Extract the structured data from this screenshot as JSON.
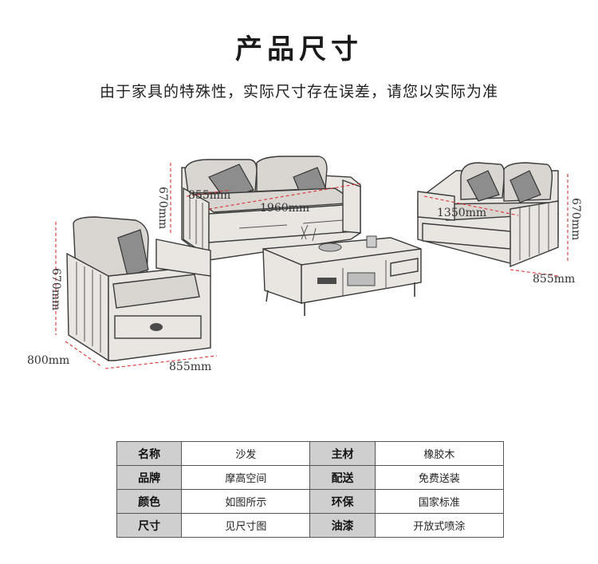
{
  "header": {
    "title": "产品尺寸",
    "subtitle": "由于家具的特殊性，实际尺寸存在误差，请您以实际为准"
  },
  "dimensions": {
    "sofa3_height": "670mm",
    "sofa3_depth": "855mm",
    "sofa3_width": "1960mm",
    "sofa2_width": "1350mm",
    "sofa2_height": "670mm",
    "sofa2_depth": "855mm",
    "chair_height": "670mm",
    "chair_width": "800mm",
    "chair_depth": "855mm"
  },
  "specs": {
    "rows": [
      {
        "l1": "名称",
        "v1": "沙发",
        "l2": "主材",
        "v2": "橡胶木"
      },
      {
        "l1": "品牌",
        "v1": "摩高空间",
        "l2": "配送",
        "v2": "免费送装"
      },
      {
        "l1": "颜色",
        "v1": "如图所示",
        "l2": "环保",
        "v2": "国家标准"
      },
      {
        "l1": "尺寸",
        "v1": "见尺寸图",
        "l2": "油漆",
        "v2": "开放式喷涂"
      }
    ]
  }
}
